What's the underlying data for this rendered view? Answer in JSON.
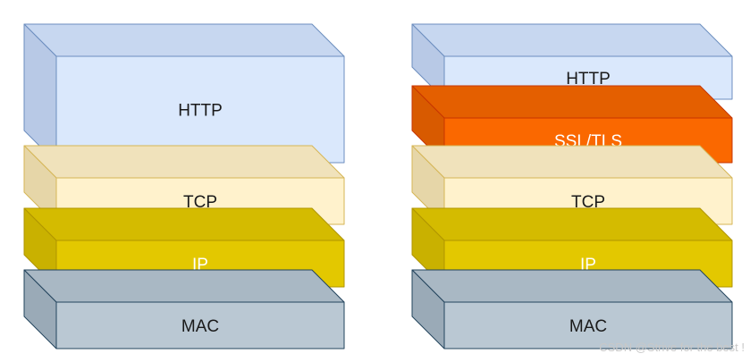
{
  "stacks": [
    {
      "id": "plain",
      "layers": [
        {
          "label": "HTTP",
          "front": "#dae8fc",
          "top": "#c7d7f0",
          "side": "#b8c9e6",
          "stroke": "#6c8ebf",
          "text": "#1a1a1a"
        },
        {
          "label": "TCP",
          "front": "#fff2cc",
          "top": "#f0e2bb",
          "side": "#e6d6a8",
          "stroke": "#d6b656",
          "text": "#1a1a1a"
        },
        {
          "label": "IP",
          "front": "#e3c800",
          "top": "#d4bb00",
          "side": "#c9b100",
          "stroke": "#b09500",
          "text": "#ffffff"
        },
        {
          "label": "MAC",
          "front": "#bac8d3",
          "top": "#a9b8c4",
          "side": "#9aaab7",
          "stroke": "#23445d",
          "text": "#1a1a1a"
        }
      ]
    },
    {
      "id": "secure",
      "layers": [
        {
          "label": "HTTP",
          "front": "#dae8fc",
          "top": "#c7d7f0",
          "side": "#b8c9e6",
          "stroke": "#6c8ebf",
          "text": "#1a1a1a"
        },
        {
          "label": "SSL/TLS",
          "front": "#fa6800",
          "top": "#e45f00",
          "side": "#d85a00",
          "stroke": "#c73500",
          "text": "#ffffff"
        },
        {
          "label": "TCP",
          "front": "#fff2cc",
          "top": "#f0e2bb",
          "side": "#e6d6a8",
          "stroke": "#d6b656",
          "text": "#1a1a1a"
        },
        {
          "label": "IP",
          "front": "#e3c800",
          "top": "#d4bb00",
          "side": "#c9b100",
          "stroke": "#b09500",
          "text": "#ffffff"
        },
        {
          "label": "MAC",
          "front": "#bac8d3",
          "top": "#a9b8c4",
          "side": "#9aaab7",
          "stroke": "#23445d",
          "text": "#1a1a1a"
        }
      ]
    }
  ],
  "watermark": "CSDN @Strive for the best !"
}
